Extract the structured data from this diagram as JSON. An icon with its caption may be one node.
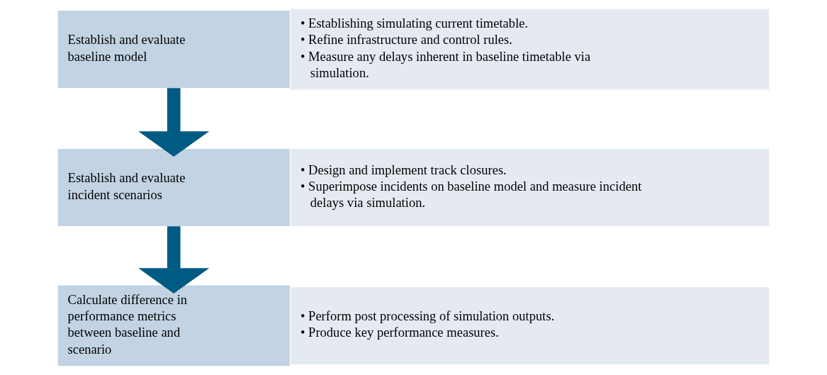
{
  "diagram": {
    "nodes": [
      {
        "text": [
          "Establish and evaluate baseline model"
        ]
      },
      {
        "text": [
          "• Establishing simulating current timetable.",
          "• Refine infrastructure and control rules.",
          "• Measure any delays inherent in baseline timetable via simulation."
        ]
      },
      {
        "text": [
          "Establish and evaluate incident scenarios"
        ]
      },
      {
        "text": [
          "• Design and implement track closures.",
          "• Superimpose incidents on baseline model and measure incident delays via simulation."
        ]
      },
      {
        "text": [
          "Calculate difference in performance metrics between baseline and scenario"
        ]
      },
      {
        "text": [
          "• Perform post processing of simulation outputs.",
          "• Produce key performance measures."
        ]
      }
    ],
    "edges": [
      {
        "from": 0,
        "to": 2,
        "arrow": "to"
      },
      {
        "from": 2,
        "to": 4,
        "arrow": "to"
      }
    ]
  }
}
